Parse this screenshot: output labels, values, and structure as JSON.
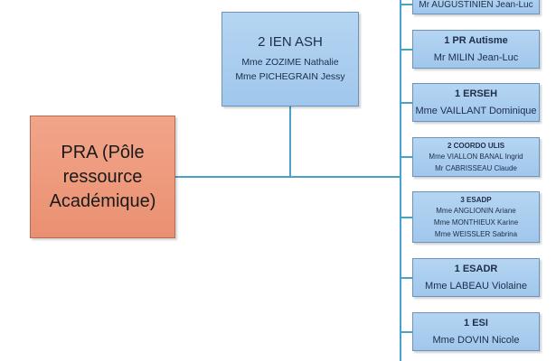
{
  "root": {
    "lines": [
      "PRA (Pôle",
      "ressource",
      "Académique)"
    ]
  },
  "ien": {
    "title": "2 IEN ASH",
    "names": [
      "Mme ZOZIME Nathalie",
      "Mme PICHEGRAIN Jessy"
    ]
  },
  "units": [
    {
      "title": "",
      "names": [
        "Mr AUGUSTINIEN Jean-Luc"
      ]
    },
    {
      "title": "1 PR Autisme",
      "names": [
        "Mr MILIN Jean-Luc"
      ]
    },
    {
      "title": "1 ERSEH",
      "names": [
        "Mme VAILLANT Dominique"
      ]
    },
    {
      "title": "2 COORDO ULIS",
      "names": [
        "Mme VIALLON BANAL Ingrid",
        "Mr CABRISSEAU Claude"
      ]
    },
    {
      "title": "3 ESADP",
      "names": [
        "Mme ANGLIONIN Ariane",
        "Mme MONTHIEUX  Karine",
        "Mme WEISSLER Sabrina"
      ]
    },
    {
      "title": "1 ESADR",
      "names": [
        "Mme LABEAU Violaine"
      ]
    },
    {
      "title": "1 ESI",
      "names": [
        "Mme DOVIN Nicole"
      ]
    }
  ]
}
